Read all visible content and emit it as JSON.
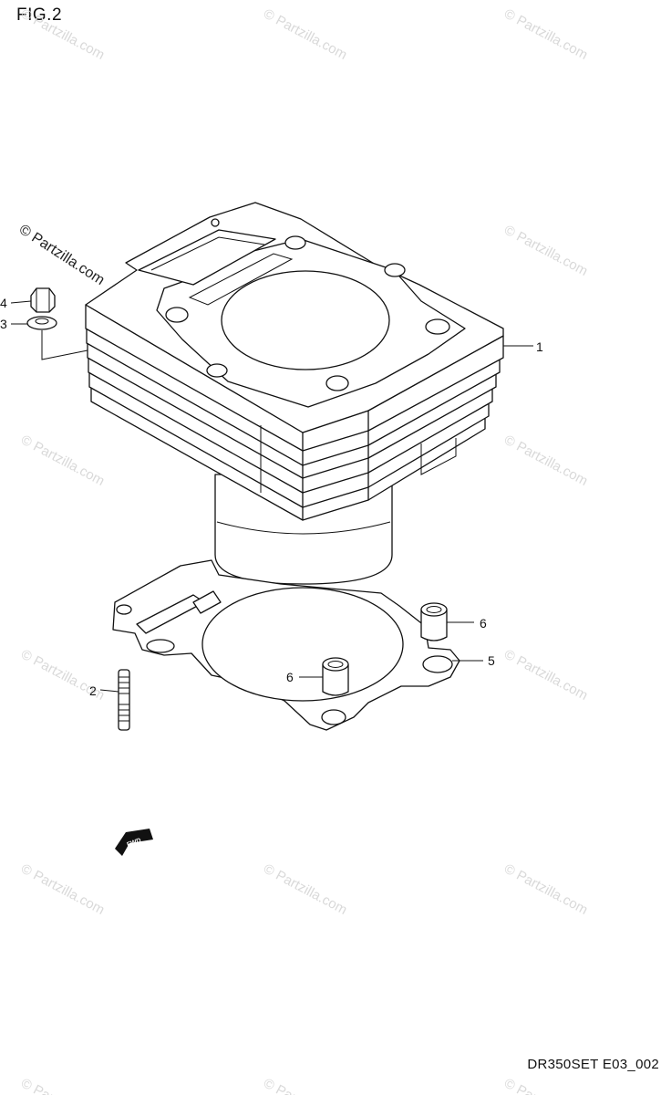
{
  "figure": {
    "title": "FIG.2",
    "drawing_id": "DR350SET E03_002"
  },
  "watermark": {
    "text": "© Partzilla.com",
    "faded_text": "© Partzilla.com"
  },
  "callouts": [
    {
      "id": "part-1-callout",
      "label": "1"
    },
    {
      "id": "part-2-callout",
      "label": "2"
    },
    {
      "id": "part-3-callout",
      "label": "3"
    },
    {
      "id": "part-4-callout",
      "label": "4"
    },
    {
      "id": "part-5-callout",
      "label": "5"
    },
    {
      "id": "part-6a-callout",
      "label": "6"
    },
    {
      "id": "part-6b-callout",
      "label": "6"
    }
  ],
  "fwd_arrow": {
    "text": "FWD"
  }
}
